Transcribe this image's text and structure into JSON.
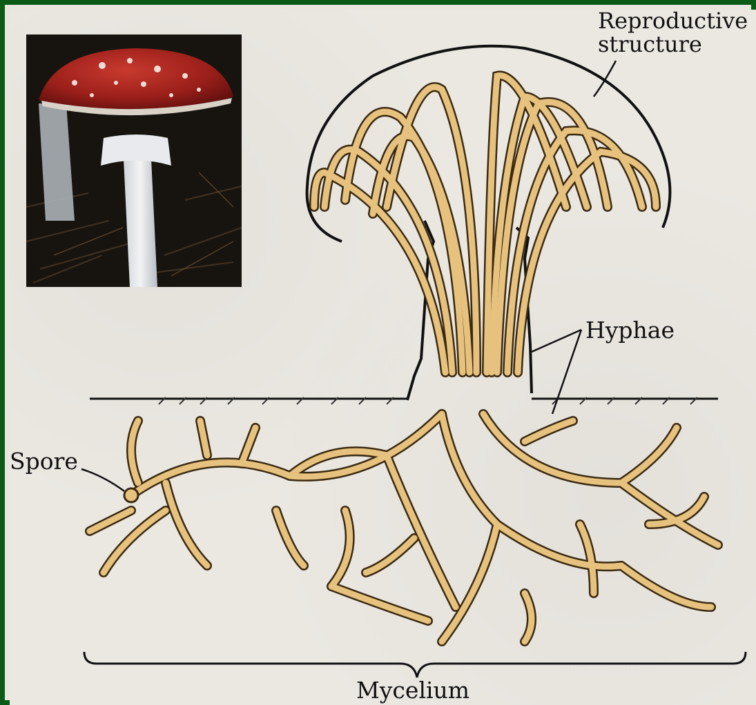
{
  "labels": {
    "reproductive_line1": "Reproductive",
    "reproductive_line2": "structure",
    "hyphae": "Hyphae",
    "spore": "Spore",
    "mycelium": "Mycelium"
  },
  "colors": {
    "frame": "#0b5a17",
    "paper": "#ebe8e2",
    "hypha_fill": "#e6c27e",
    "outline": "#111111",
    "cap_red": "#a3231f"
  },
  "photo": {
    "subject": "red-capped mushroom with white stem"
  }
}
